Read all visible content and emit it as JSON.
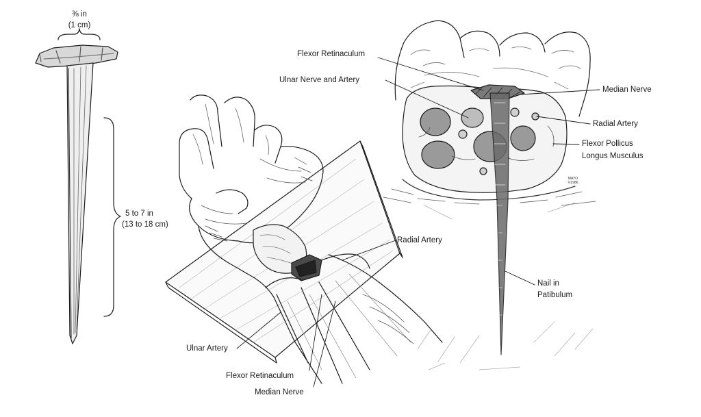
{
  "nail": {
    "head_width_inches": "⅜ in",
    "head_width_cm": "(1 cm)",
    "length_inches": "5 to 7 in",
    "length_cm": "(13 to 18 cm)"
  },
  "wrist_labels": {
    "radial_artery": "Radial Artery",
    "ulnar_artery": "Ulnar Artery",
    "flexor_retinaculum": "Flexor Retinaculum",
    "median_nerve": "Median Nerve"
  },
  "cross_section_labels": {
    "flexor_retinaculum": "Flexor Retinaculum",
    "ulnar_nerve_and_artery": "Ulnar Nerve and Artery",
    "median_nerve": "Median Nerve",
    "radial_artery": "Radial Artery",
    "flexor_pollicus_line1": "Flexor Pollicus",
    "flexor_pollicus_line2": "Longus Musculus",
    "nail_line1": "Nail in",
    "nail_line2": "Patibulum"
  },
  "artist_mark": {
    "line1": "MAYO",
    "line2": "©1986"
  }
}
